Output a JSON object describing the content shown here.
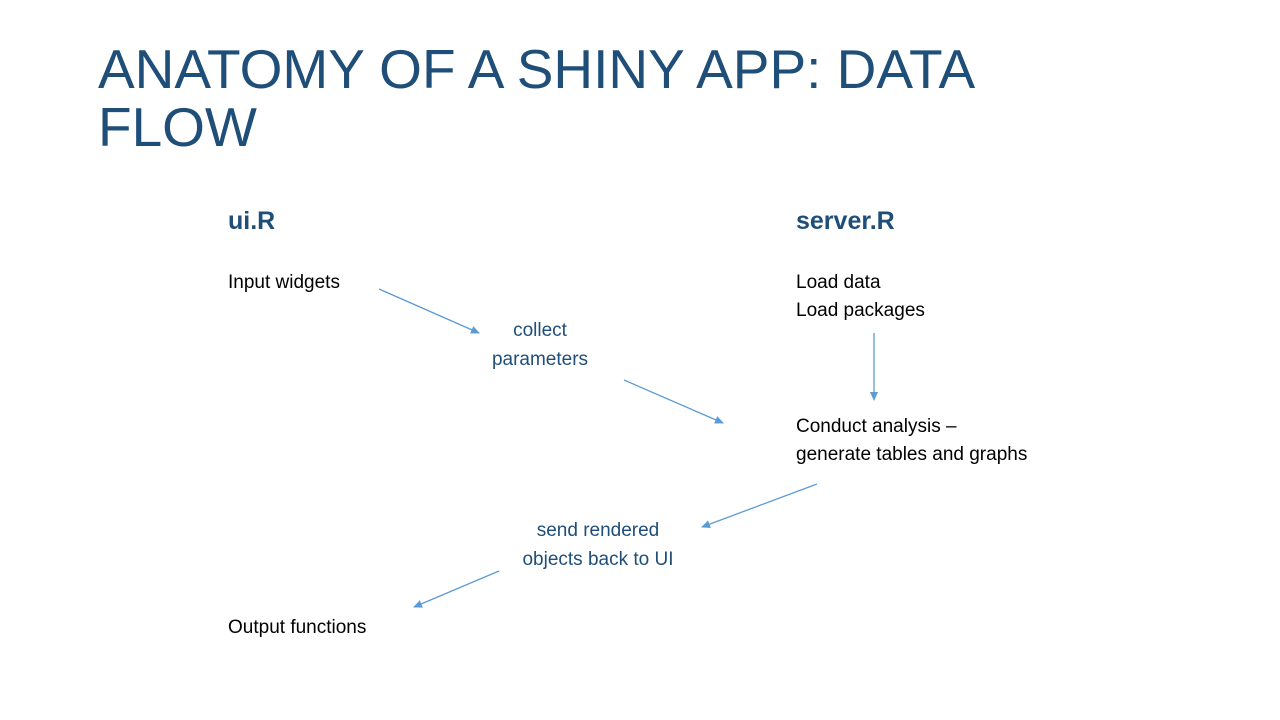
{
  "slide": {
    "title": "ANATOMY OF A SHINY APP: DATA FLOW"
  },
  "ui_column": {
    "heading": "ui.R",
    "input": "Input widgets",
    "output": "Output functions"
  },
  "server_column": {
    "heading": "server.R",
    "load": [
      "Load data",
      "Load packages"
    ],
    "analysis": [
      "Conduct analysis –",
      "generate tables and graphs"
    ]
  },
  "flow_labels": {
    "collect": [
      "collect",
      "parameters"
    ],
    "send": [
      "send rendered",
      "objects back to UI"
    ]
  },
  "colors": {
    "title": "#1f4e79",
    "arrow": "#5b9bd5",
    "body_text": "#000000"
  }
}
